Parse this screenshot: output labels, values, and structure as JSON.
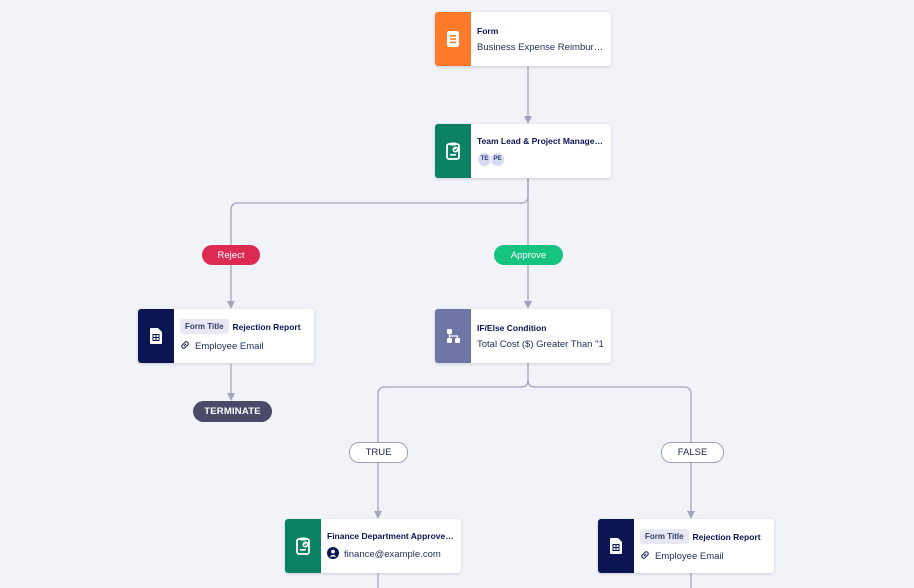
{
  "colors": {
    "form": "#ff7b2b",
    "approval": "#0a8163",
    "condition": "#6e76a5",
    "document": "#0a1551",
    "reject": "#dc2a52",
    "approve": "#16c381",
    "terminate": "#4a4b69",
    "connector": "#a3a6ba"
  },
  "nodes": {
    "form": {
      "title": "Form",
      "subtitle": "Business Expense Reimbur…",
      "icon": "form-document-icon"
    },
    "team_lead": {
      "title": "Team Lead & Project Manage…",
      "avatars": [
        "TE",
        "PE"
      ],
      "icon": "approval-clipboard-icon"
    },
    "rejection_report_1": {
      "chip": "Form Title",
      "title": "Rejection Report",
      "subtitle": "Employee Email",
      "icon": "pdf-document-icon",
      "sub_icon": "link-icon"
    },
    "condition": {
      "title": "IF/Else Condition",
      "subtitle": "Total Cost ($) Greater Than \"1",
      "icon": "branch-icon"
    },
    "finance": {
      "title": "Finance Department Approve…",
      "subtitle": "finance@example.com",
      "icon": "approval-clipboard-icon",
      "sub_icon": "user-icon"
    },
    "rejection_report_2": {
      "chip": "Form Title",
      "title": "Rejection Report",
      "subtitle": "Employee Email",
      "icon": "pdf-document-icon",
      "sub_icon": "link-icon"
    }
  },
  "labels": {
    "reject": "Reject",
    "approve": "Approve",
    "true": "TRUE",
    "false": "FALSE",
    "terminate": "TERMINATE"
  }
}
